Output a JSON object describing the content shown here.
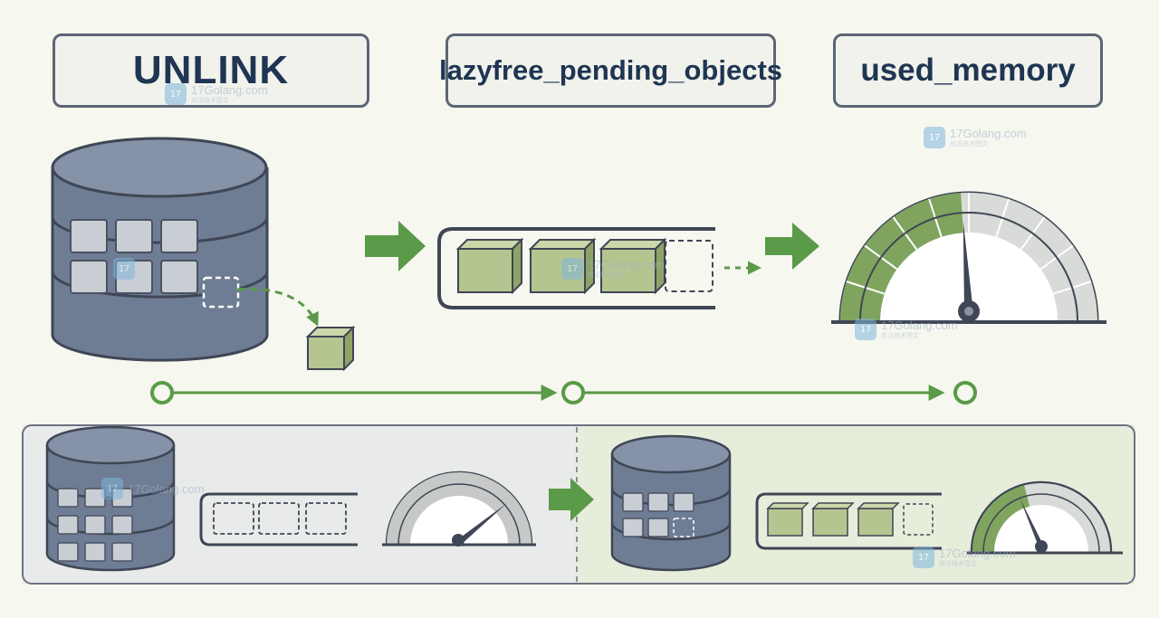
{
  "labels": {
    "unlink": "UNLINK",
    "pending": "lazyfree_pending_objects",
    "memory": "used_memory"
  },
  "watermark": {
    "text": "17Golang.com",
    "subtext": "前沿技术图文",
    "logo_glyph": "17"
  },
  "gauges": {
    "top_fill_fraction": 0.48,
    "bottom_before_fill_fraction": 0.0,
    "bottom_after_fill_fraction": 0.42
  },
  "queues": {
    "top_filled": 3,
    "top_slots": 4,
    "bottom_before_filled": 0,
    "bottom_before_slots": 3,
    "bottom_after_filled": 3,
    "bottom_after_slots": 4
  },
  "colors": {
    "accent_green": "#5a9a48",
    "object_green": "#b5c590",
    "db_blue": "#6f7d94",
    "outline": "#3f4655",
    "panel_gray": "#e9eaea",
    "panel_green": "#e7eddb"
  },
  "icons": [
    "database-icon",
    "object-cube-icon",
    "queue-icon",
    "gauge-icon",
    "arrow-icon",
    "timeline-node-icon"
  ]
}
